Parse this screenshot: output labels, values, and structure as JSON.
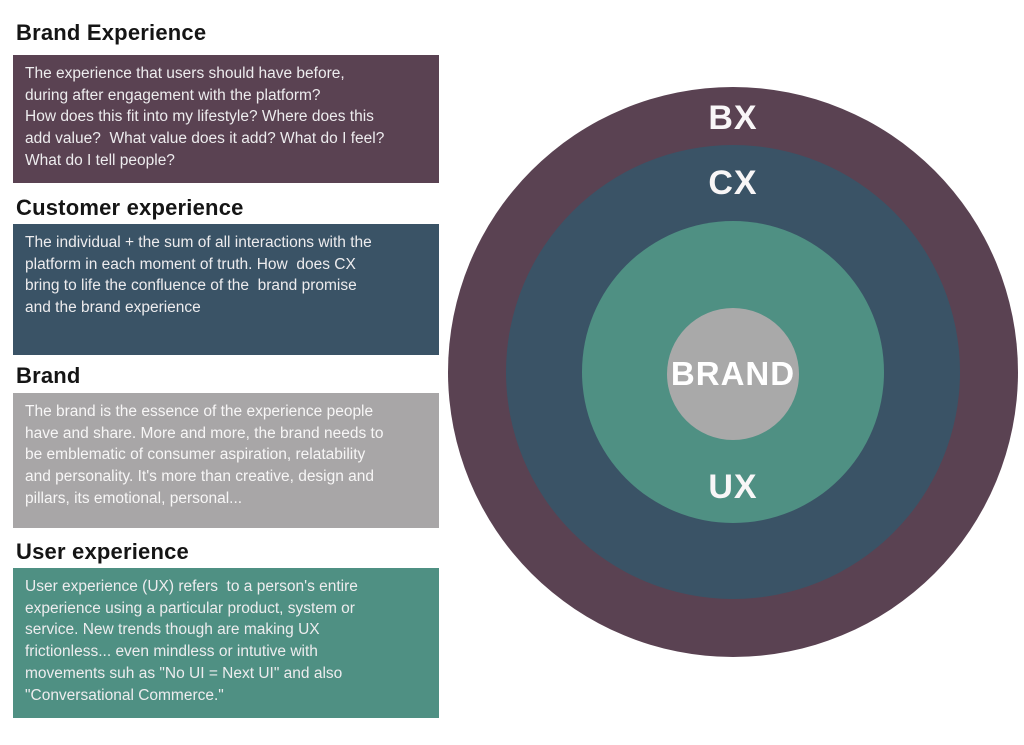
{
  "page": {
    "background": "#ffffff",
    "title_color": "#151515",
    "body_text_color": "#edecee"
  },
  "sections": [
    {
      "id": "brand-experience",
      "title": "Brand Experience",
      "body": "The experience that users should have before,\nduring after engagement with the platform?\nHow does this fit into my lifestyle? Where does this\nadd value?  What value does it add? What do I feel?\nWhat do I tell people?",
      "color": "#5a4252"
    },
    {
      "id": "customer-experience",
      "title": "Customer experience",
      "body": "The individual + the sum of all interactions with the\nplatform in each moment of truth. How  does CX\nbring to life the confluence of the  brand promise\nand the brand experience",
      "color": "#3a5366"
    },
    {
      "id": "brand",
      "title": "Brand",
      "body": "The brand is the essence of the experience people\nhave and share. More and more, the brand needs to\nbe emblematic of consumer aspiration, relatability\nand personality. It's more than creative, design and\npillars, its emotional, personal...",
      "color": "#a8a6a7"
    },
    {
      "id": "user-experience",
      "title": "User experience",
      "body": "User experience (UX) refers  to a person's entire\nexperience using a particular product, system or\nservice. New trends though are making UX\nfrictionless... even mindless or intutive with\nmovements suh as \"No UI = Next UI\" and also\n\"Conversational Commerce.\"",
      "color": "#4f9083"
    }
  ],
  "diagram": {
    "type": "concentric-circles",
    "rings": [
      {
        "label": "BX",
        "color": "#5a4252"
      },
      {
        "label": "CX",
        "color": "#3a5366"
      },
      {
        "label": "UX",
        "color": "#4f9083"
      },
      {
        "label": "BRAND",
        "color": "#a9a9a9"
      }
    ],
    "label_color": "#f8f6f7"
  }
}
